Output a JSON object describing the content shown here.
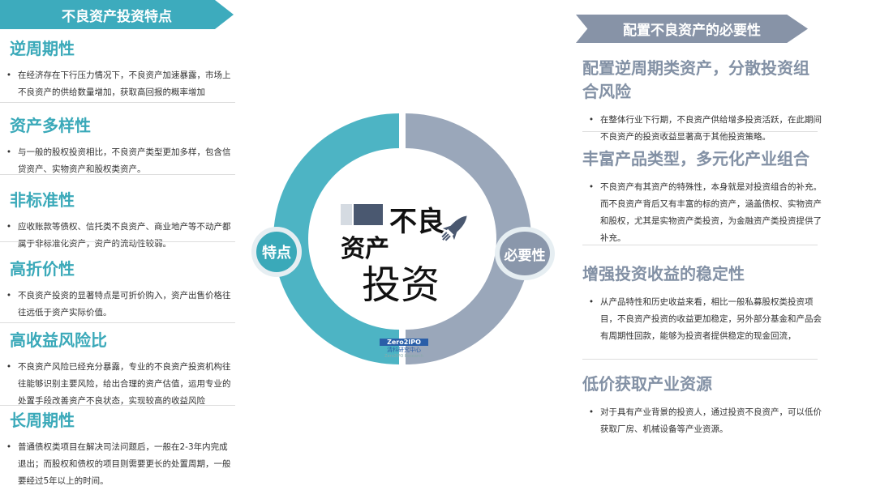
{
  "left": {
    "banner": "不良资产投资特点",
    "sections": [
      {
        "title": "逆周期性",
        "text": "在经济存在下行压力情况下，不良资产加速暴露，市场上不良资产的供给数量增加，获取高回报的概率增加"
      },
      {
        "title": "资产多样性",
        "text": "与一般的股权投资相比，不良资产类型更加多样，包含信贷资产、实物资产和股权类资产。"
      },
      {
        "title": "非标准性",
        "text": "应收账款等债权、信托类不良资产、商业地产等不动产都属于非标准化资产，资产的流动性较弱。"
      },
      {
        "title": "高折价性",
        "text": "不良资产投资的显著特点是可折价购入，资产出售价格往往远低于资产实际价值。"
      },
      {
        "title": "高收益风险比",
        "text": "不良资产风险已经充分暴露，专业的不良资产投资机构往往能够识别主要风险，给出合理的资产估值，运用专业的处置手段改善资产不良状态，实现较高的收益风险"
      },
      {
        "title": "长周期性",
        "text": "普通债权类项目在解决司法问题后，一般在2-3年内完成退出；而股权和债权的项目则需要更长的处置周期，一般要经过5年以上的时间。"
      }
    ]
  },
  "right": {
    "banner": "配置不良资产的必要性",
    "sections": [
      {
        "title": "配置逆周期类资产，分散投资组合风险",
        "text": "在整体行业下行期，不良资产供给增多投资活跃，在此期间不良资产的投资收益显著高于其他投资策略。"
      },
      {
        "title": "丰富产品类型，多元化产业组合",
        "text": "不良资产有其资产的特殊性，本身就是对投资组合的补充。而不良资产背后又有丰富的标的资产，涵盖债权、实物资产和股权，尤其是实物资产类投资，为金融资产类投资提供了补充。"
      },
      {
        "title": "增强投资收益的稳定性",
        "text": "从产品特性和历史收益来看，相比一般私募股权类投资项目，不良资产投资的收益更加稳定，另外部分基金和产品会有周期性回款，能够为投资者提供稳定的现金回流，"
      },
      {
        "title": "低价获取产业资源",
        "text": "对于具有产业背景的投资人，通过投资不良资产，可以低价获取厂房、机械设备等产业资源。"
      }
    ]
  },
  "center": {
    "line1": "不良",
    "line2": "资产",
    "line3": "投资",
    "left_label": "特点",
    "right_label": "必要性",
    "logo": "Zero2IPO",
    "logo_sub": "清科研究中心",
    "logo_en": "Zero2IPO Research"
  },
  "colors": {
    "teal": "#3dabbd",
    "gray": "#8793a7"
  },
  "bullet": "•"
}
